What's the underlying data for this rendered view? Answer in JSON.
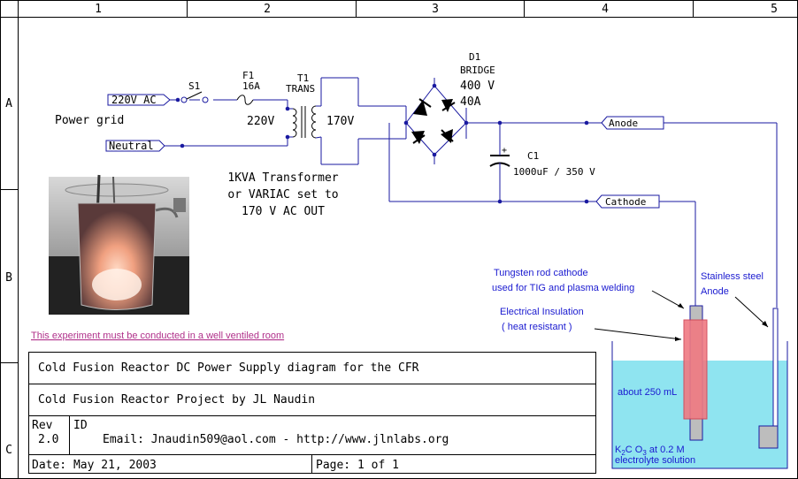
{
  "frame": {
    "columns": [
      "1",
      "2",
      "3",
      "4",
      "5"
    ],
    "rows": [
      "A",
      "B",
      "C"
    ]
  },
  "inputs": {
    "ac_label": "220V AC",
    "neutral_label": "Neutral",
    "power_grid": "Power grid"
  },
  "switch": {
    "ref": "S1"
  },
  "fuse": {
    "ref": "F1",
    "rating": "16A"
  },
  "transformer": {
    "ref": "T1",
    "type": "TRANS",
    "primary": "220V",
    "secondary": "170V",
    "note_line1": "1KVA Transformer",
    "note_line2": "or VARIAC set to",
    "note_line3": "170 V AC OUT"
  },
  "bridge": {
    "ref": "D1",
    "type": "BRIDGE",
    "voltage": "400 V",
    "current": "40A"
  },
  "capacitor": {
    "ref": "C1",
    "value": "1000uF / 350 V",
    "plus": "+"
  },
  "outputs": {
    "anode": "Anode",
    "cathode": "Cathode"
  },
  "cell": {
    "cathode_note_line1": "Tungsten rod cathode",
    "cathode_note_line2": "used for TIG and plasma welding",
    "anode_note_line1": "Stainless steel",
    "anode_note_line2": "Anode",
    "insulation_line1": "Electrical Insulation",
    "insulation_line2": "( heat resistant )",
    "volume": "about 250 mL",
    "electrolyte_k": "K",
    "electrolyte_sub1": "2",
    "electrolyte_c": "C O",
    "electrolyte_sub2": "3",
    "electrolyte_conc": " at 0.2 M",
    "electrolyte_line2": "electrolyte solution"
  },
  "warning": "This experiment must be conducted in a well ventiled room",
  "title_block": {
    "title": "Cold Fusion Reactor DC Power Supply diagram for the CFR",
    "project": "Cold Fusion Reactor Project by JL Naudin",
    "rev_label": "Rev",
    "rev_value": "2.0",
    "id_label": "ID",
    "contact": "Email: Jnaudin509@aol.com - http://www.jlnlabs.org",
    "date": "Date: May 21, 2003",
    "page": "Page: 1 of 1"
  },
  "colors": {
    "wire": "#1a1aa0",
    "border": "#000000",
    "warning": "#b0308a",
    "cell_text": "#1a1ad0",
    "solution": "#8fe4f0",
    "insulation": "#f07a82"
  }
}
